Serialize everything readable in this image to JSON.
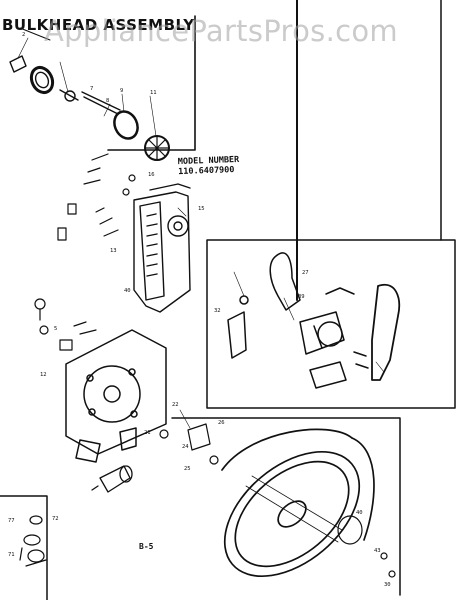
{
  "header": {
    "title": "BULKHEAD ASSEMBLY"
  },
  "watermark": {
    "text": "AppliancePartsPros.com"
  },
  "model": {
    "label": "MODEL NUMBER",
    "number": "110.6407900"
  },
  "page": {
    "number": "B-5"
  },
  "colors": {
    "ink": "#111111",
    "paper": "#ffffff",
    "watermark": "#a0a0a0"
  },
  "callouts": {
    "c1": "2",
    "c2": "7",
    "c3": "8",
    "c4": "9",
    "c5": "11",
    "c6": "16",
    "c7": "15",
    "c8": "13",
    "c9": "40",
    "c10": "5",
    "c11": "12",
    "c12": "27",
    "c13": "39",
    "c14": "32",
    "c15": "22",
    "c16": "26",
    "c17": "24",
    "c18": "25",
    "c19": "21",
    "c20": "77",
    "c21": "72",
    "c22": "71",
    "c23": "40",
    "c24": "43",
    "c25": "30"
  }
}
